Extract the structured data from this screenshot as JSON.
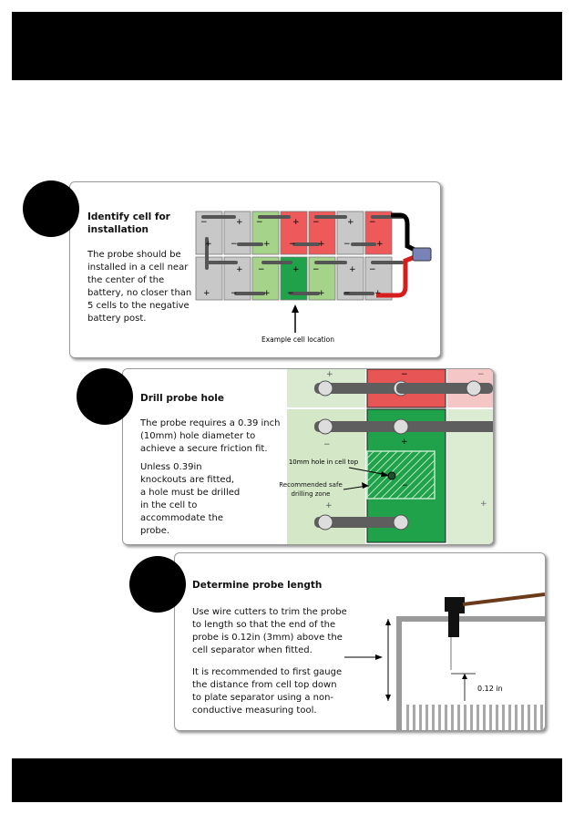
{
  "steps": [
    {
      "title": "Identify cell for installation",
      "paragraphs": [
        "The probe should be installed in a cell near the center of the battery, no closer than 5 cells to the negative battery post."
      ],
      "figure_caption": "Example cell location"
    },
    {
      "title": "Drill probe hole",
      "paragraphs": [
        "The probe requires a 0.39 inch (10mm) hole diameter to achieve a secure friction fit.",
        "Unless 0.39in knockouts are fitted, a hole must be drilled in the cell to accommodate the probe."
      ],
      "figure_labels": {
        "hole": "10mm hole in cell top",
        "zone": "Recommended safe drilling zone"
      }
    },
    {
      "title": "Determine probe length",
      "paragraphs": [
        "Use wire cutters to trim the probe to length so that the end of the probe is 0.12in (3mm) above the cell separator when fitted.",
        "It is recommended to first gauge the distance from cell top down to plate separator using a non-conductive measuring tool."
      ],
      "figure_labels": {
        "gap": "0.12 in"
      }
    }
  ],
  "colors": {
    "gray_cell": "#c8c8c8",
    "light_green_cell": "#a6d38a",
    "green_cell": "#1fa24a",
    "red_cell": "#ee5a5a"
  }
}
